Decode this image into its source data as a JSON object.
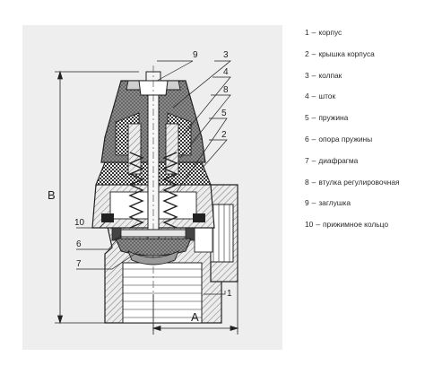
{
  "diagram": {
    "dimension_a": "A",
    "dimension_b": "B",
    "callouts": [
      "9",
      "3",
      "4",
      "8",
      "5",
      "2",
      "10",
      "6",
      "7",
      "1"
    ]
  },
  "legend": {
    "items": [
      {
        "num": "1",
        "text": "корпус"
      },
      {
        "num": "2",
        "text": "крышка корпуса"
      },
      {
        "num": "3",
        "text": "колпак"
      },
      {
        "num": "4",
        "text": "шток"
      },
      {
        "num": "5",
        "text": "пружина"
      },
      {
        "num": "6",
        "text": "опора пружины"
      },
      {
        "num": "7",
        "text": "диафрагма"
      },
      {
        "num": "8",
        "text": "втулка регулировочная"
      },
      {
        "num": "9",
        "text": "заглушка"
      },
      {
        "num": "10",
        "text": "прижимное кольцо"
      }
    ],
    "separator": "–"
  },
  "colors": {
    "panel": "#eeeeee",
    "metal": "#e4e4e4",
    "plastic": "#9a9a9a",
    "plastic_dark": "#444444",
    "line": "#222222"
  }
}
